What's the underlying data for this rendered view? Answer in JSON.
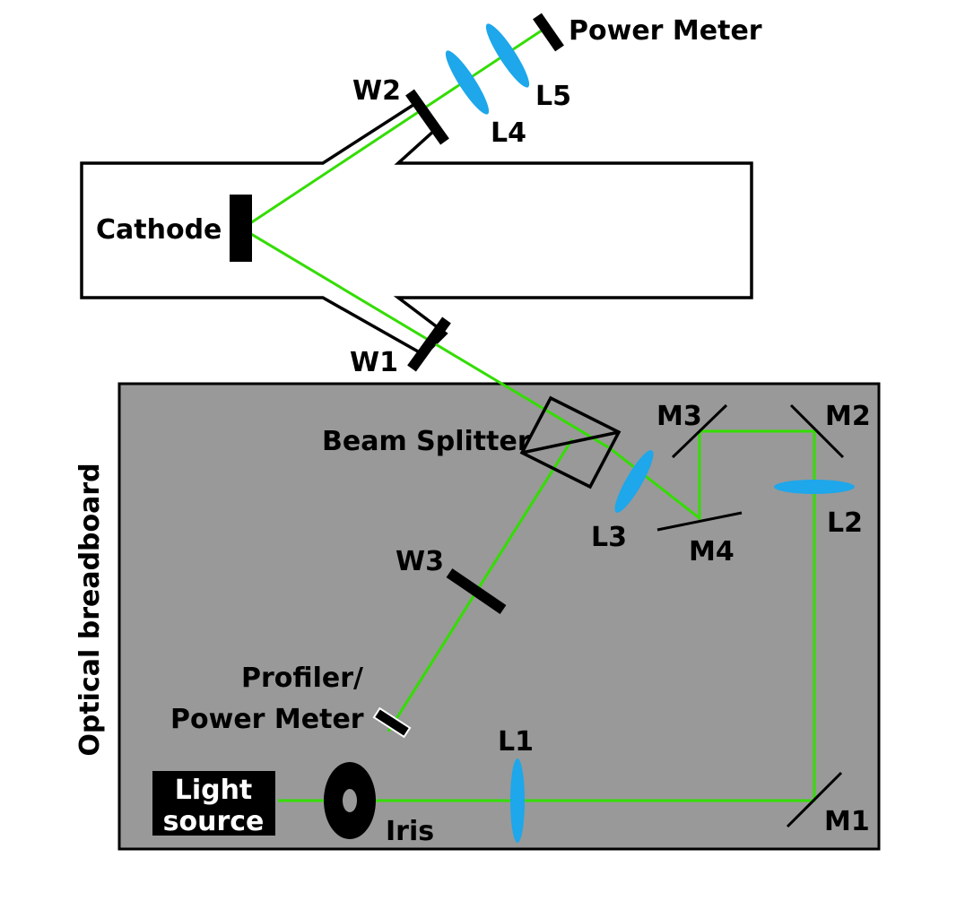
{
  "colors": {
    "background": "#ffffff",
    "breadboard": "#999999",
    "beam": "#33dd00",
    "lens": "#1ea7ea",
    "component": "#000000",
    "light_source_text": "#ffffff"
  },
  "labels": {
    "power_meter_top": "Power Meter",
    "w2": "W2",
    "l5": "L5",
    "l4": "L4",
    "cathode": "Cathode",
    "w1": "W1",
    "beam_splitter": "Beam Splitter",
    "m3": "M3",
    "m2": "M2",
    "l2": "L2",
    "l3": "L3",
    "m4": "M4",
    "w3": "W3",
    "optical_breadboard": "Optical breadboard",
    "profiler_line1": "Profiler/",
    "profiler_line2": "Power Meter",
    "l1": "L1",
    "light_source_line1": "Light",
    "light_source_line2": "source",
    "iris": "Iris",
    "m1": "M1"
  },
  "icons": {
    "mirror": "mirror-icon",
    "lens": "lens-icon",
    "window": "window-icon",
    "iris": "iris-icon",
    "beam_splitter": "beam-splitter-cube-icon"
  }
}
